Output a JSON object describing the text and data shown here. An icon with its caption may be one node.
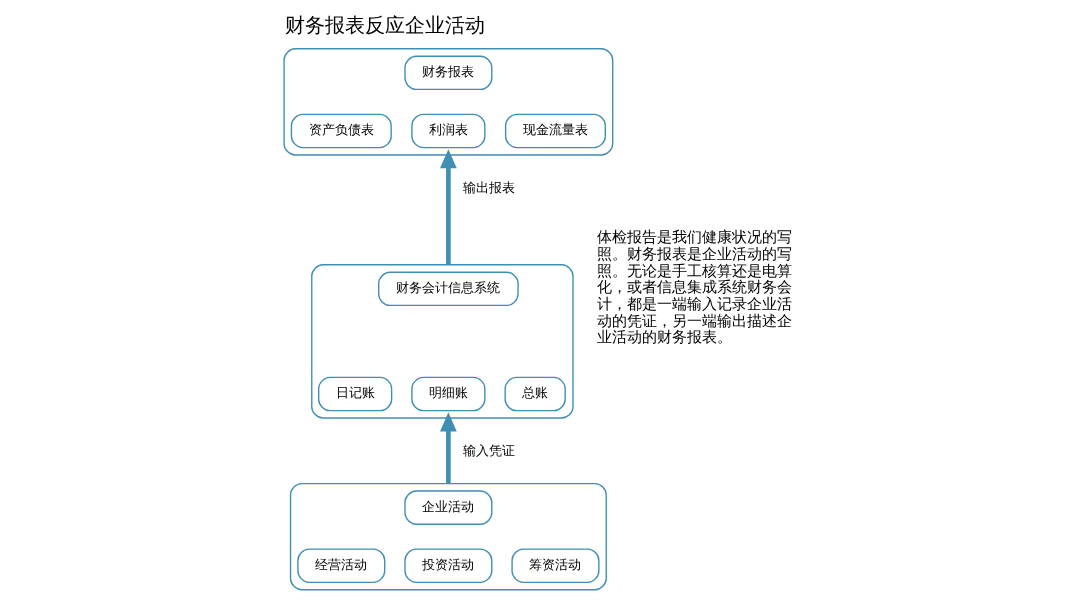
{
  "diagram": {
    "title": "财务报表反应企业活动",
    "nodes": [
      {
        "text": [],
        "shape": "box"
      },
      {
        "text": [
          "财务报表"
        ],
        "in": 0
      },
      {
        "text": [
          "资产负债表"
        ],
        "in": 0
      },
      {
        "text": [
          "利润表"
        ],
        "in": 0
      },
      {
        "text": [
          "现金流量表"
        ],
        "in": 0
      },
      {
        "text": [],
        "shape": "box"
      },
      {
        "text": [
          "财务会计信息系统"
        ],
        "in": 5
      },
      {
        "text": [
          "日记账"
        ],
        "in": 5
      },
      {
        "text": [
          "明细账"
        ],
        "in": 5
      },
      {
        "text": [
          "总账"
        ],
        "in": 5
      },
      {
        "text": [],
        "shape": "box"
      },
      {
        "text": [
          "企业活动"
        ],
        "in": 10
      },
      {
        "text": [
          "经营活动"
        ],
        "in": 10
      },
      {
        "text": [
          "投资活动"
        ],
        "in": 10
      },
      {
        "text": [
          "筹资活动"
        ],
        "in": 10
      }
    ],
    "edges": [
      {
        "from": 5,
        "to": 0,
        "arrow": "to",
        "label": "输出报表"
      },
      {
        "from": 10,
        "to": 5,
        "arrow": "to",
        "label": "输入凭证"
      }
    ],
    "labels": [
      "体检报告是我们健康状况的写照。财务报表是企业活动的写照。无论是手工核算还是电算化，或者信息集成系统财务会计，都是一端输入记录企业活动的凭证，另一端输出描述企业活动的财务报表。"
    ]
  }
}
